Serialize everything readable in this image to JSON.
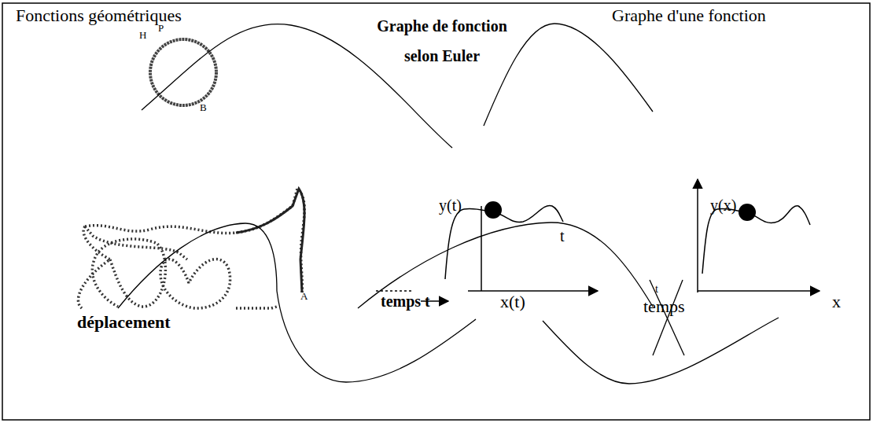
{
  "diagram": {
    "labels": [
      "Fonctions géométriques",
      "Graphe de fonction selon Euler",
      "Graphe d'une fonction",
      "H",
      "P",
      "B",
      "A",
      "déplacement",
      "y(t)",
      "t",
      "temps t",
      "x(t)",
      "y(x)",
      "temps",
      "t",
      "x"
    ]
  }
}
